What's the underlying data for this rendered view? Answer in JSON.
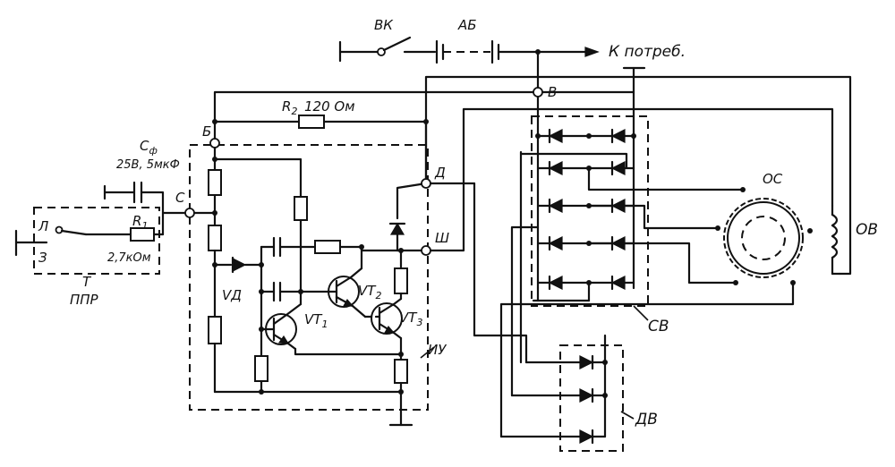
{
  "labels": {
    "switch_vk": "ВК",
    "battery_ab": "АБ",
    "consumers": "К потреб.",
    "terminal_v": "В",
    "resistor_r2": "R",
    "resistor_r2_sub": "2",
    "resistor_r2_value": "120 Ом",
    "terminal_b": "Б",
    "capacitor_cf": "С",
    "capacitor_cf_sub": "ф",
    "capacitor_cf_value": "25В, 5мкФ",
    "terminal_c": "С",
    "ppr_l": "Л",
    "ppr_z": "З",
    "resistor_r1": "R",
    "resistor_r1_sub": "1",
    "resistor_r1_value": "2,7кОм",
    "ppr_t": "Т",
    "ppr_name": "ППР",
    "terminal_d": "Д",
    "terminal_sh": "Ш",
    "diode_vd": "VД",
    "transistor_vt1": "VT",
    "transistor_vt1_sub": "1",
    "transistor_vt2": "VT",
    "transistor_vt2_sub": "2",
    "transistor_vt3": "VT",
    "transistor_vt3_sub": "3",
    "regulator_iu": "ИУ",
    "stator_os": "ОС",
    "field_winding_ov": "ОВ",
    "rectifier_sv": "СВ",
    "rectifier_dv": "ДВ"
  }
}
